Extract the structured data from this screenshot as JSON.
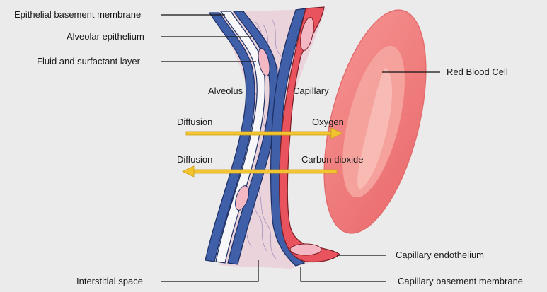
{
  "labels": {
    "epithelial_basement_membrane": "Epithelial basement membrane",
    "alveolar_epithelium": "Alveolar epithelium",
    "fluid_surfactant_layer": "Fluid and surfactant layer",
    "red_blood_cell": "Red Blood Cell",
    "alveolus": "Alveolus",
    "capillary": "Capillary",
    "diffusion_right": "Diffusion",
    "oxygen": "Oxygen",
    "diffusion_left": "Diffusion",
    "carbon_dioxide": "Carbon dioxide",
    "capillary_endothelium": "Capillary endothelium",
    "interstitial_space": "Interstitial space",
    "capillary_basement_membrane": "Capillary basement membrane"
  },
  "colors": {
    "background": "#ebebeb",
    "membrane_blue": "#3f5fa8",
    "membrane_outline": "#1c2e63",
    "interstitial_pink": "#e9c7d3",
    "capillary_red": "#e8535d",
    "rbc_outer": "#f07d7d",
    "rbc_inner": "#f7a6a1",
    "arrow_yellow": "#f4c430",
    "arrow_outline": "#caa015"
  }
}
